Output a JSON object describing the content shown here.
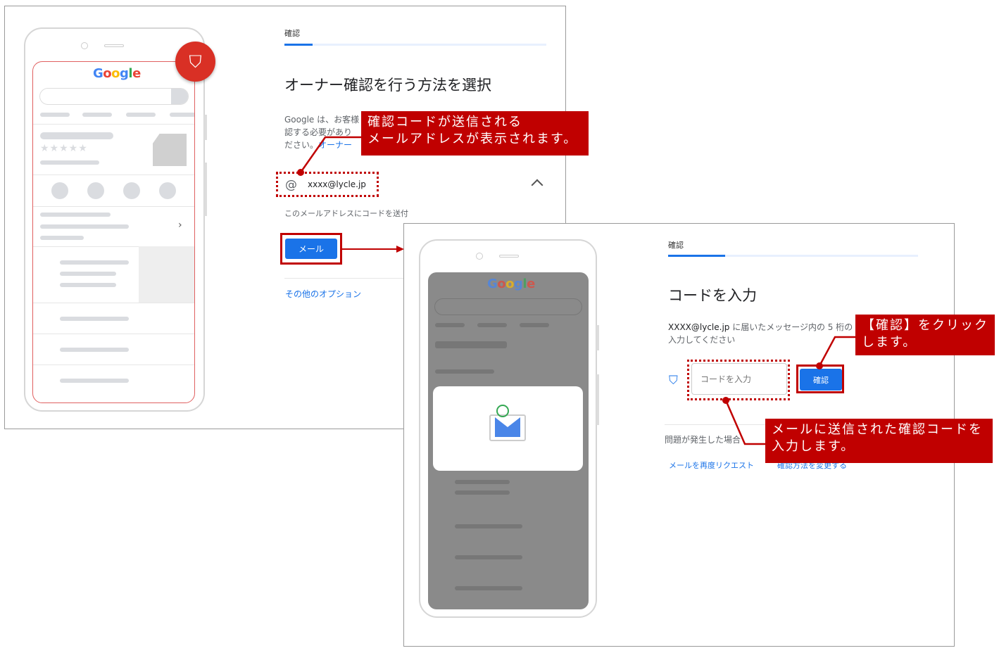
{
  "step1": {
    "step_label": "確認",
    "title": "オーナー確認を行う方法を選択",
    "desc_line1": "Google は、お客様",
    "desc_line2": "認する必要があり",
    "desc_line3": "ださい。",
    "desc_link": "オーナー",
    "email": "xxxx@lycle.jp",
    "email_sub": "このメールアドレスにコードを送付",
    "mail_button": "メール",
    "other_options": "その他のオプション"
  },
  "step2": {
    "step_label": "確認",
    "title": "コードを入力",
    "desc_email": "XXXX@lycle.jp",
    "desc_rest": " に届いたメッセージ内の 5 桁の",
    "desc_line2": "入力してください",
    "code_placeholder": "コードを入力",
    "confirm_button": "確認",
    "problem_text": "問題が発生した場合",
    "resend_link": "メールを再度リクエスト",
    "change_method_link": "確認方法を変更する"
  },
  "phone": {
    "logo": "Google"
  },
  "callouts": {
    "c1_line1": "確認コードが送信される",
    "c1_line2": "メールアドレスが表示されます。",
    "c2_line1": "【確認】をクリック",
    "c2_line2": "します。",
    "c3_line1": "メールに送信された確認コードを",
    "c3_line2": "入力します。"
  },
  "colors": {
    "accent": "#1a73e8",
    "callout": "#c00000"
  }
}
